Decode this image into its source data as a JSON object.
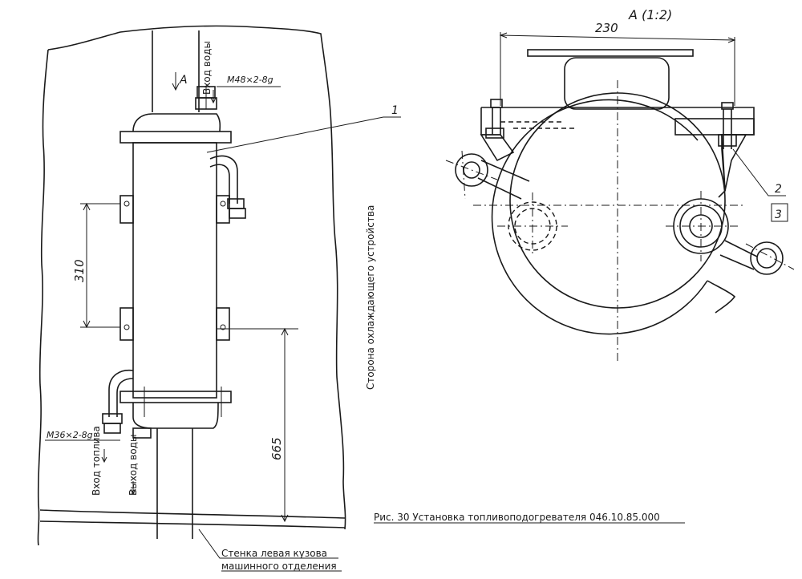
{
  "left_view": {
    "view_arrow_label": "А",
    "water_in_label": "Вход воды",
    "thread_top": "М48×2-8g",
    "leader_1": "1",
    "dim_310": "310",
    "dim_665": "665",
    "thread_bottom": "М36×2-8g",
    "fuel_in_label": "Вход топлива",
    "water_out_label": "Выход воды",
    "cooler_side_label": "Сторона охлаждающего устройства",
    "wall_label_line1": "Стенка левая кузова",
    "wall_label_line2": "машинного отделения"
  },
  "right_view": {
    "view_title": "А (1:2)",
    "dim_230": "230",
    "leader_2": "2",
    "leader_3": "3"
  },
  "caption": "Рис. 30 Установка топливоподогревателя 046.10.85.000"
}
